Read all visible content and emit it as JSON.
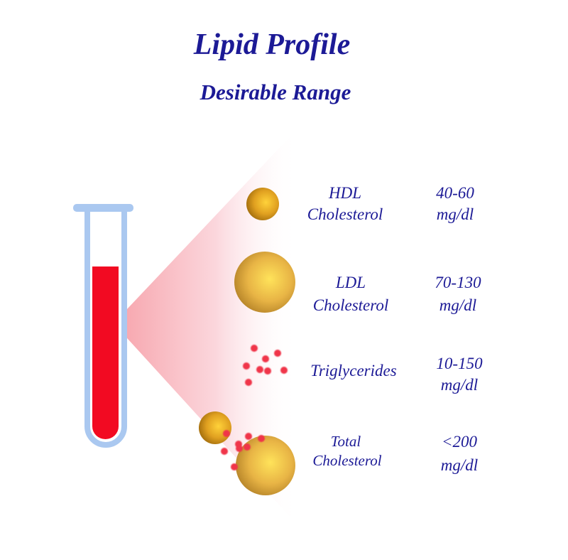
{
  "title": "Lipid Profile",
  "subtitle": "Desirable Range",
  "colors": {
    "text": "#1c1a96",
    "tube": "#aac8f0",
    "blood": "#f20a22",
    "sphere": "#e0a830",
    "dot": "#f0344a"
  },
  "items": [
    {
      "name_lines": [
        "HDL",
        "Cholesterol"
      ],
      "range": "40-60",
      "unit": "mg/dl",
      "icon": "small-lipoprotein-sphere"
    },
    {
      "name_lines": [
        "LDL",
        "Cholesterol"
      ],
      "range": "70-130",
      "unit": "mg/dl",
      "icon": "large-lipoprotein-sphere"
    },
    {
      "name_lines": [
        "Triglycerides"
      ],
      "range": "10-150",
      "unit": "mg/dl",
      "icon": "triglyceride-dots"
    },
    {
      "name_lines": [
        "Total",
        "Cholesterol"
      ],
      "range": "<200",
      "unit": "mg/dl",
      "icon": "combined-lipids"
    }
  ]
}
